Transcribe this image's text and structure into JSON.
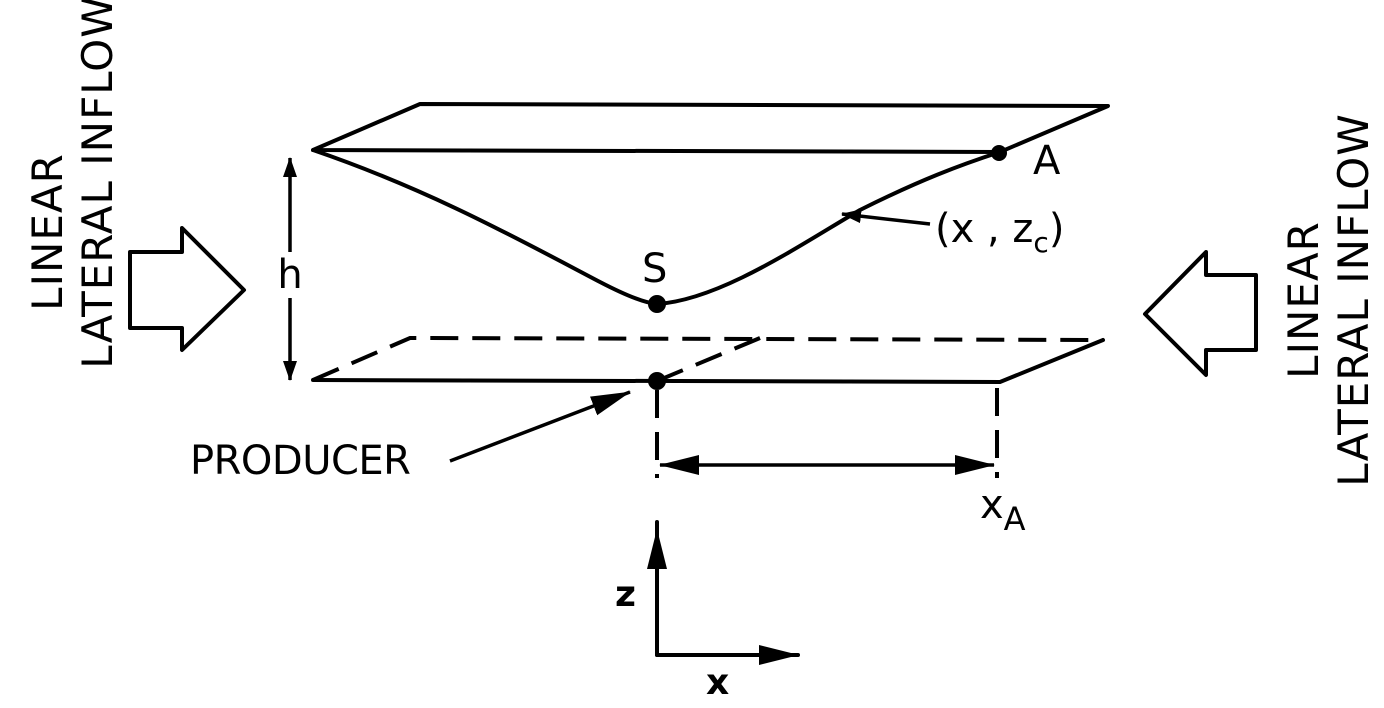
{
  "labels": {
    "left_line1": "LINEAR",
    "left_line2": "LATERAL INFLOW",
    "right_line1": "LINEAR",
    "right_line2": "LATERAL INFLOW",
    "point_a": "A",
    "point_s": "S",
    "height": "h",
    "curve_prefix": "(x , z",
    "curve_sub": "c",
    "curve_suffix": ")",
    "producer": "PRODUCER",
    "xa_main": "x",
    "xa_sub": "A",
    "axis_z": "z",
    "axis_x": "x"
  },
  "colors": {
    "ink": "#000000",
    "background": "#ffffff"
  },
  "icons": {
    "left_inflow_arrow": "right-arrow-icon",
    "right_inflow_arrow": "left-arrow-icon"
  }
}
